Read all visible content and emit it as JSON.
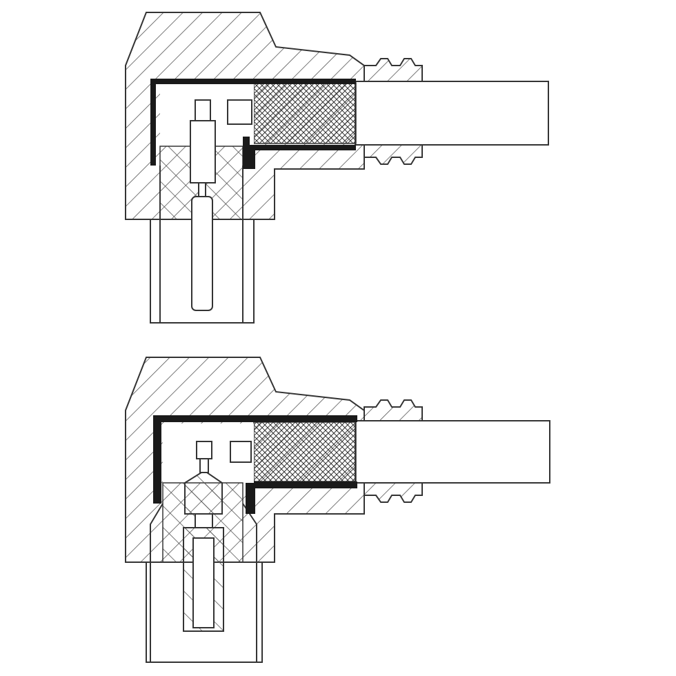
{
  "figure": {
    "background_color": "#ffffff",
    "line_color": "#333333",
    "shield_color": "#1a1a1a",
    "views": [
      {
        "name": "top-view",
        "variant": "pin-contact"
      },
      {
        "name": "bottom-view",
        "variant": "socket-contact"
      }
    ]
  }
}
